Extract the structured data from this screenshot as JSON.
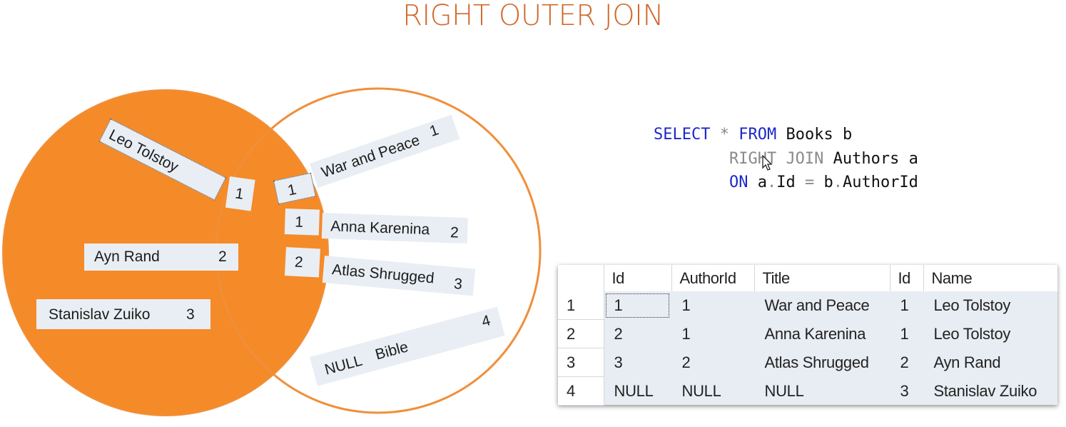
{
  "title": "RIGHT OUTER JOIN",
  "colors": {
    "accent": "#f58a28",
    "title": "#d0692c",
    "keyword": "#1c28c8",
    "strip": "#e9eef4"
  },
  "diagram": {
    "authors": [
      {
        "name": "Leo Tolstoy",
        "id": "1"
      },
      {
        "name": "Ayn Rand",
        "id": "2"
      },
      {
        "name": "Stanislav Zuiko",
        "id": "3"
      }
    ],
    "books": [
      {
        "author_id": "1",
        "title": "War and Peace",
        "id": "1"
      },
      {
        "author_id": "1",
        "title": "Anna Karenina",
        "id": "2"
      },
      {
        "author_id": "2",
        "title": "Atlas Shrugged",
        "id": "3"
      },
      {
        "author_id": "NULL",
        "title": "Bible",
        "id": "4"
      }
    ]
  },
  "sql": {
    "line1": {
      "select": "SELECT",
      "star": "*",
      "from": "FROM",
      "table": "Books b"
    },
    "line2": {
      "join": "RIGHT JOIN",
      "table": "Authors a"
    },
    "line3": {
      "on": "ON",
      "left": "a",
      "left_col": "Id",
      "eq": "=",
      "right": "b",
      "right_col": "AuthorId"
    }
  },
  "results": {
    "headers": [
      "",
      "Id",
      "AuthorId",
      "Title",
      "Id",
      "Name"
    ],
    "rows": [
      [
        "1",
        "1",
        "1",
        "War and Peace",
        "1",
        "Leo Tolstoy"
      ],
      [
        "2",
        "2",
        "1",
        "Anna Karenina",
        "1",
        "Leo Tolstoy"
      ],
      [
        "3",
        "3",
        "2",
        "Atlas Shrugged",
        "2",
        "Ayn Rand"
      ],
      [
        "4",
        "NULL",
        "NULL",
        "NULL",
        "3",
        "Stanislav Zuiko"
      ]
    ]
  }
}
